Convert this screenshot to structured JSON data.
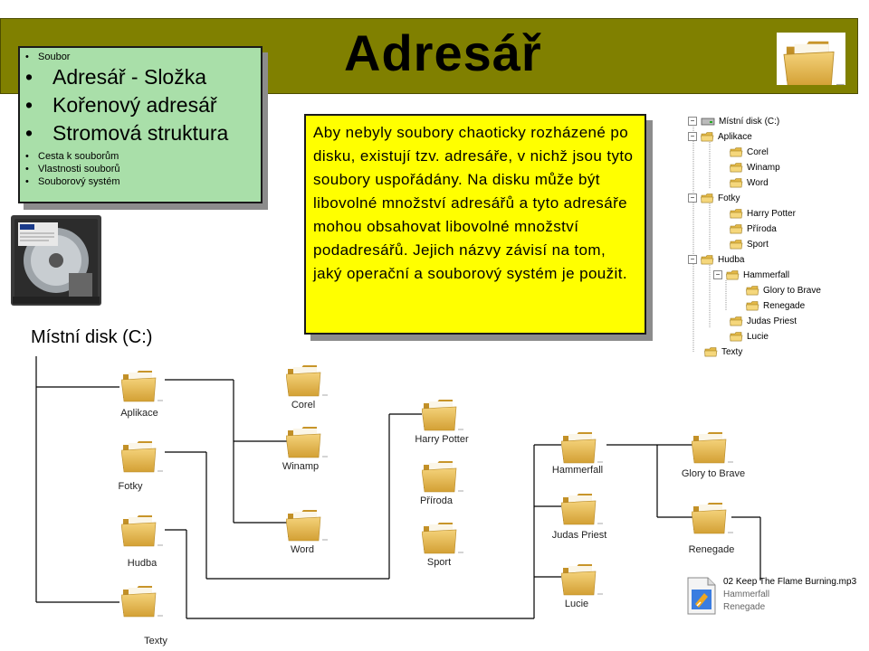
{
  "header": {
    "title": "Adresář"
  },
  "menu": {
    "items": [
      {
        "label": "Soubor",
        "size": "small"
      },
      {
        "label": "Adresář - Složka",
        "size": "big"
      },
      {
        "label": "Kořenový adresář",
        "size": "big"
      },
      {
        "label": "Stromová struktura",
        "size": "big"
      },
      {
        "label": "Cesta k souborům",
        "size": "small"
      },
      {
        "label": "Vlastnosti souborů",
        "size": "small"
      },
      {
        "label": "Souborový systém",
        "size": "small"
      }
    ]
  },
  "description": "Aby nebyly soubory chaoticky rozházené po disku, existují tzv. adresáře, v nichž jsou tyto soubory uspořádány. Na disku může být libovolné množství adresářů a tyto adresáře mohou obsahovat libovolné množství podadresářů. Jejich názvy závisí na tom, jaký operační a souborový systém je použit.",
  "explorer_tree": {
    "root": "Místní disk (C:)",
    "nodes": [
      {
        "label": "Aplikace",
        "level": 1,
        "expanded": true
      },
      {
        "label": "Corel",
        "level": 2
      },
      {
        "label": "Winamp",
        "level": 2
      },
      {
        "label": "Word",
        "level": 2
      },
      {
        "label": "Fotky",
        "level": 1,
        "expanded": true
      },
      {
        "label": "Harry Potter",
        "level": 2
      },
      {
        "label": "Příroda",
        "level": 2
      },
      {
        "label": "Sport",
        "level": 2
      },
      {
        "label": "Hudba",
        "level": 1,
        "expanded": true
      },
      {
        "label": "Hammerfall",
        "level": 2,
        "expanded": true
      },
      {
        "label": "Glory to Brave",
        "level": 3
      },
      {
        "label": "Renegade",
        "level": 3
      },
      {
        "label": "Judas Priest",
        "level": 2
      },
      {
        "label": "Lucie",
        "level": 2
      },
      {
        "label": "Texty",
        "level": 1
      }
    ]
  },
  "diagram": {
    "root": "Místní disk (C:)",
    "folders": {
      "aplikace": "Aplikace",
      "fotky": "Fotky",
      "hudba": "Hudba",
      "texty": "Texty",
      "corel": "Corel",
      "winamp": "Winamp",
      "word": "Word",
      "harry_potter": "Harry Potter",
      "priroda": "Příroda",
      "sport": "Sport",
      "hammerfall": "Hammerfall",
      "judas_priest": "Judas Priest",
      "lucie": "Lucie",
      "glory_to_brave": "Glory to Brave",
      "renegade": "Renegade"
    },
    "file": {
      "name": "02 Keep The Flame Burning.mp3",
      "artist": "Hammerfall",
      "album": "Renegade"
    }
  },
  "colors": {
    "title_bar": "#808000",
    "menu_bg": "#a9dfa9",
    "text_box_bg": "#ffff00",
    "folder": "#e0b53c"
  }
}
